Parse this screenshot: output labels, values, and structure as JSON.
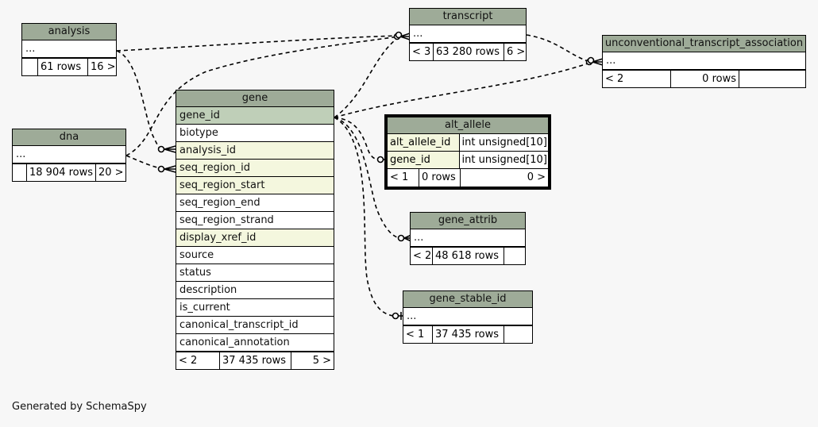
{
  "tables": {
    "analysis": {
      "name": "analysis",
      "rows": [
        "..."
      ],
      "stats": [
        "",
        "61 rows",
        "16 >"
      ]
    },
    "dna": {
      "name": "dna",
      "rows": [
        "..."
      ],
      "stats": [
        "",
        "18 904 rows",
        "20 >"
      ]
    },
    "gene": {
      "name": "gene",
      "columns": [
        "gene_id",
        "biotype",
        "analysis_id",
        "seq_region_id",
        "seq_region_start",
        "seq_region_end",
        "seq_region_strand",
        "display_xref_id",
        "source",
        "status",
        "description",
        "is_current",
        "canonical_transcript_id",
        "canonical_annotation"
      ],
      "stats": [
        "< 2",
        "37 435 rows",
        "5 >"
      ]
    },
    "transcript": {
      "name": "transcript",
      "rows": [
        "..."
      ],
      "stats": [
        "< 3",
        "63 280 rows",
        "6 >"
      ]
    },
    "uta": {
      "name": "unconventional_transcript_association",
      "rows": [
        "..."
      ],
      "stats": [
        "< 2",
        "0 rows",
        ""
      ]
    },
    "alt_allele": {
      "name": "alt_allele",
      "columns": [
        {
          "name": "alt_allele_id",
          "type": "int unsigned[10]"
        },
        {
          "name": "gene_id",
          "type": "int unsigned[10]"
        }
      ],
      "stats": [
        "< 1",
        "0 rows",
        "0 >"
      ]
    },
    "gene_attrib": {
      "name": "gene_attrib",
      "rows": [
        "..."
      ],
      "stats": [
        "< 2",
        "48 618 rows",
        ""
      ]
    },
    "gene_stable_id": {
      "name": "gene_stable_id",
      "rows": [
        "..."
      ],
      "stats": [
        "< 1",
        "37 435 rows",
        ""
      ]
    }
  },
  "footer": "Generated by SchemaSpy"
}
